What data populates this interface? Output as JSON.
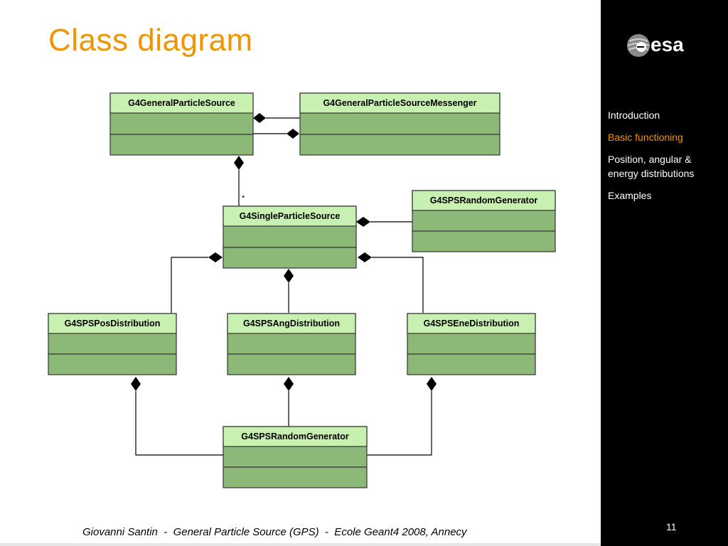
{
  "slide": {
    "title": "Class diagram",
    "page_number": "11",
    "footer": "Giovanni Santin  -  General Particle Source (GPS)  -  Ecole Geant4 2008, Annecy",
    "accent_color": "#f29400",
    "class_fill_color": "#8cb878"
  },
  "brand": {
    "logo_text": "esa"
  },
  "nav": {
    "items": [
      {
        "label": "Introduction",
        "active": false
      },
      {
        "label": "Basic functioning",
        "active": true
      },
      {
        "label": "Position, angular &",
        "active": false
      },
      {
        "label": "energy distributions",
        "active": false
      },
      {
        "label": "Examples",
        "active": false
      }
    ]
  },
  "diagram": {
    "classes": {
      "gps": "G4GeneralParticleSource",
      "gps_messenger": "G4GeneralParticleSourceMessenger",
      "sps": "G4SingleParticleSource",
      "sps_random_top": "G4SPSRandomGenerator",
      "pos_dist": "G4SPSPosDistribution",
      "ang_dist": "G4SPSAngDistribution",
      "ene_dist": "G4SPSEneDistribution",
      "sps_random_bottom": "G4SPSRandomGenerator"
    },
    "multiplicity": "*"
  }
}
